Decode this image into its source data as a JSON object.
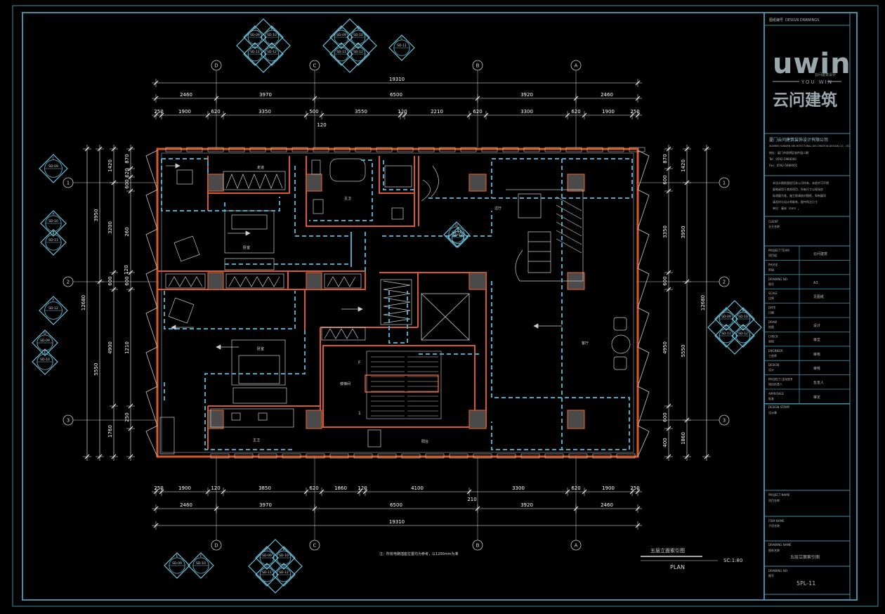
{
  "colors": {
    "background": "#000000",
    "frame": "#3f8fa6",
    "dimension": "#ffffff",
    "wall": "#d85a2a",
    "cyan_dash": "#4aa8c8",
    "symbol": "#6fc3dc",
    "logo": "#9aa7ad"
  },
  "grid": {
    "vertical": [
      "D",
      "C",
      "B",
      "A"
    ],
    "horizontal": [
      "1",
      "2",
      "3"
    ]
  },
  "dimensions": {
    "top_total": "19310",
    "top_row2": [
      "2460",
      "3970",
      "6500",
      "3920",
      "2460"
    ],
    "top_row3": [
      "250",
      "1900",
      "620",
      "3350",
      "500",
      "3550",
      "120",
      "2210",
      "620",
      "3300",
      "620",
      "1900",
      "250"
    ],
    "top_extra": "120",
    "bottom_row1": [
      "250",
      "1900",
      "120",
      "3850",
      "620",
      "1860",
      "120",
      "4100",
      "3300",
      "620",
      "1900",
      "250"
    ],
    "bottom_extra": "210",
    "bottom_row2": [
      "2460",
      "3970",
      "6500",
      "3920",
      "2460"
    ],
    "bottom_total": "19310",
    "left_total": "12680",
    "left_row2": [
      "3950",
      "5550"
    ],
    "left_row3": [
      "1420",
      "3200",
      "600",
      "4900",
      "1760"
    ],
    "left_row4": [
      "870",
      "620",
      "600",
      "260",
      "600",
      "1210",
      "250"
    ],
    "left_extra": "120",
    "right_total": "12680",
    "right_row2": [
      "1420",
      "3950",
      "5550",
      "1860"
    ],
    "right_row3": [
      "870",
      "600",
      "3350",
      "600",
      "4950",
      "600",
      "400"
    ]
  },
  "rooms": {
    "room1": "卧室",
    "room2": "卧室",
    "bath1": "主卫",
    "bath2": "主卫",
    "stair": "楼梯间",
    "foyer": "过厅",
    "hall": "客厅",
    "balcony": "阳台",
    "corridor": "走道"
  },
  "stair_labels": {
    "up": "F",
    "down": "1"
  },
  "symbols": {
    "codes": [
      "SD-09",
      "SD-10",
      "SD-11",
      "SD-12"
    ],
    "letters": [
      "A",
      "B",
      "C",
      "D",
      "E",
      "F"
    ]
  },
  "plan_note": "注：所有电路插座位置均为参考，以1200mm为准",
  "plan_caption": {
    "title": "五层立面索引图",
    "label": "PLAN",
    "scale": "SC:1:80"
  },
  "title_block": {
    "header_label": "图纸编号",
    "header_value": "DESIGN DRAWINGS",
    "logo_text": "uwin",
    "logo_sub": "YOU WIN",
    "logo_sub_cn": "云问建筑设计",
    "company_cn_logo": "云问建筑",
    "company_name": "厦门云问建筑装饰设计有限公司",
    "company_en": "XIAMEN YUNWEN ARCHITECTURAL DECORATION DESIGN CO., LTD",
    "address": "地址：厦门市思明区软件园二期",
    "phone": "Tel：0592-5980000",
    "fax": "Fax：0592-5980001",
    "notes": [
      "本设计图纸版权归本公司所有，未经许可不得",
      "复制或用于其他项目，所有尺寸以现场实",
      "际测量为准，施工前请核对图纸，如有疑问",
      "请及时与设计师联系，图中所注尺寸",
      "单位：毫米（mm）。"
    ],
    "client_label": "CLIENT",
    "client_cn": "业主名称",
    "rows": [
      {
        "en": "PROJECT TEAM",
        "cn": "项目组",
        "value": "云问建筑"
      },
      {
        "en": "PHASE",
        "cn": "阶段",
        "value": ""
      },
      {
        "en": "DRAWING NO.",
        "cn": "图号",
        "value": "A3"
      },
      {
        "en": "SCALE",
        "cn": "比例",
        "value": "见图纸"
      },
      {
        "en": "DATE",
        "cn": "日期",
        "value": ""
      },
      {
        "en": "DRAW",
        "cn": "绘图",
        "value": "设计"
      },
      {
        "en": "CHECK",
        "cn": "审核",
        "value": "审定"
      },
      {
        "en": "ENGINEER",
        "cn": "工程师",
        "value": "审核"
      },
      {
        "en": "DESIGN",
        "cn": "设计",
        "value": "审核"
      },
      {
        "en": "PROJECT LEADER",
        "cn": "项目负责人",
        "value": "负责人"
      },
      {
        "en": "APPROVED",
        "cn": "批准",
        "value": "审定"
      }
    ],
    "design_stamp_label": "DESIGN STAMP",
    "design_stamp_cn": "设计章",
    "project_name_label": "PROJECT NAME",
    "project_name_cn": "项目名称",
    "item_name_label": "ITEM NAME",
    "item_name_cn": "子项名称",
    "drawing_name_label": "DRAWING NAME",
    "drawing_name_cn": "图纸名称",
    "drawing_name_value": "五层立面索引图",
    "drawing_no_label": "DRAWING NO.",
    "drawing_no_cn": "图号",
    "drawing_no_value": "5PL-11"
  }
}
